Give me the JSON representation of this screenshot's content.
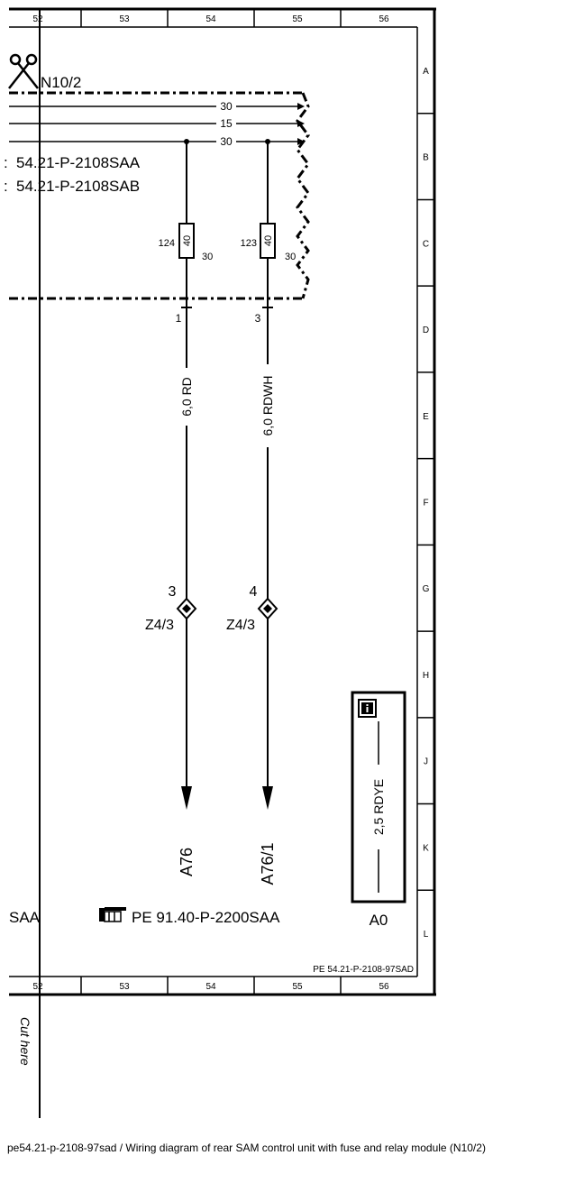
{
  "grid": {
    "columns": [
      "52",
      "53",
      "54",
      "55",
      "56"
    ],
    "rows": [
      "A",
      "B",
      "C",
      "D",
      "E",
      "F",
      "G",
      "H",
      "J",
      "K",
      "L"
    ]
  },
  "module": {
    "name": "N10/2",
    "refs": [
      "54.21-P-2108SAA",
      "54.21-P-2108SAB"
    ],
    "bus_lines": [
      "30",
      "15",
      "30"
    ]
  },
  "fuses": [
    {
      "number": "124",
      "rating": "40",
      "terminal": "30",
      "pin": "1"
    },
    {
      "number": "123",
      "rating": "40",
      "terminal": "30",
      "pin": "3"
    }
  ],
  "wires": [
    {
      "label": "6,0 RD",
      "connector_pin": "3",
      "connector": "Z4/3",
      "dest": "A76"
    },
    {
      "label": "6,0 RDWH",
      "connector_pin": "4",
      "connector": "Z4/3",
      "dest": "A76/1"
    }
  ],
  "info_box": {
    "wire": "2,5 RDYE",
    "ground": "A0",
    "icon": "info-icon"
  },
  "refs": {
    "left_fragment": "SAA",
    "cross_ref_icon": "pointing-hand-icon",
    "cross_ref": "PE 91.40-P-2200SAA",
    "sheet_id": "PE 54.21-P-2108-97SAD"
  },
  "cut_label": "Cut here",
  "caption": "pe54.21-p-2108-97sad / Wiring diagram of rear SAM control unit with fuse and relay module (N10/2)"
}
